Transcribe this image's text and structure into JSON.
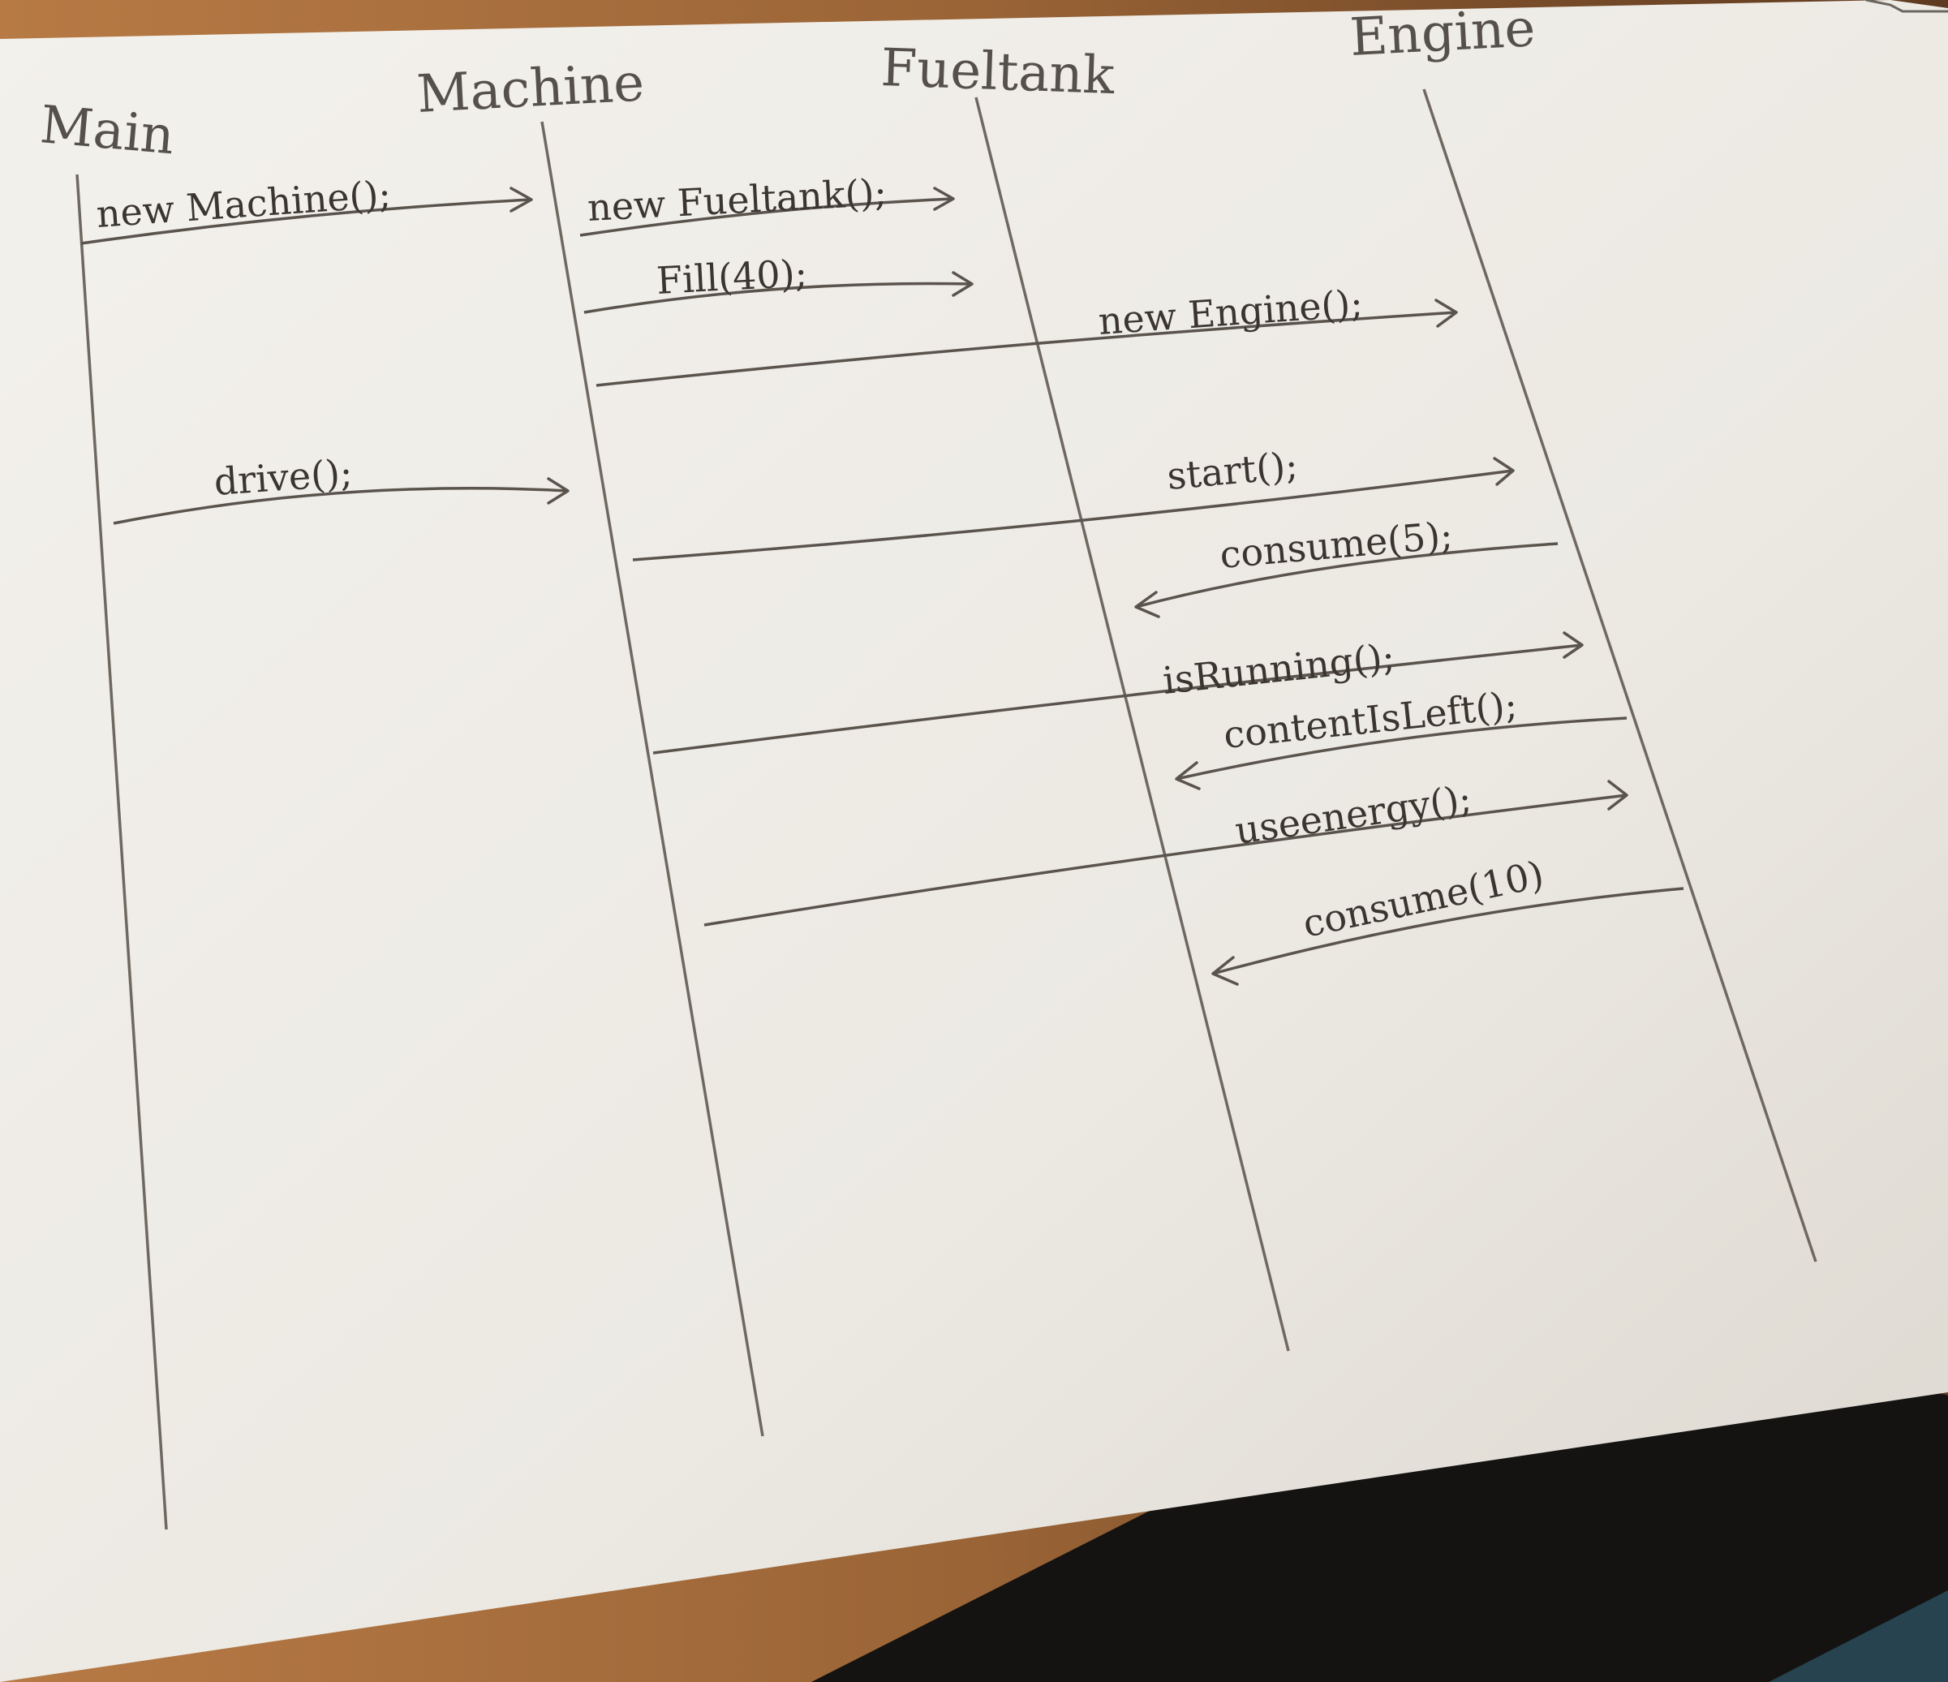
{
  "diagram": {
    "participants": [
      {
        "id": "main",
        "label": "Main"
      },
      {
        "id": "machine",
        "label": "Machine"
      },
      {
        "id": "fueltank",
        "label": "Fueltank"
      },
      {
        "id": "engine",
        "label": "Engine"
      }
    ],
    "messages": [
      {
        "label": "new Machine();",
        "from": "main",
        "to": "machine"
      },
      {
        "label": "new Fueltank();",
        "from": "machine",
        "to": "fueltank"
      },
      {
        "label": "Fill(40);",
        "from": "machine",
        "to": "fueltank"
      },
      {
        "label": "new Engine();",
        "from": "machine",
        "to": "engine"
      },
      {
        "label": "drive();",
        "from": "main",
        "to": "machine"
      },
      {
        "label": "start();",
        "from": "machine",
        "to": "engine"
      },
      {
        "label": "consume(5);",
        "from": "engine",
        "to": "fueltank"
      },
      {
        "label": "isRunning();",
        "from": "machine",
        "to": "engine"
      },
      {
        "label": "contentIsLeft();",
        "from": "engine",
        "to": "fueltank"
      },
      {
        "label": "useenergy();",
        "from": "machine",
        "to": "engine"
      },
      {
        "label": "consume(10)",
        "from": "engine",
        "to": "fueltank"
      }
    ],
    "colors": {
      "paper": "#efece6",
      "ink": "#3b3530",
      "desk": "#8a5a32"
    }
  }
}
